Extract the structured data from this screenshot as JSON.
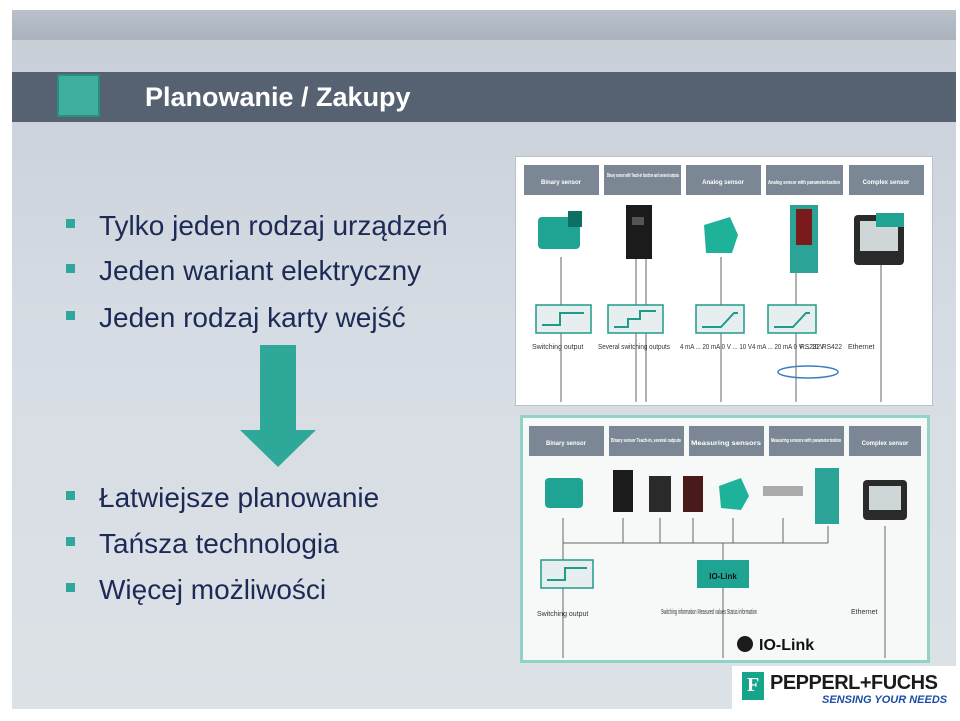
{
  "title": "Planowanie / Zakupy",
  "bullets_top": [
    "Tylko jeden rodzaj urządzeń",
    "Jeden wariant elektryczny",
    "Jeden rodzaj karty wejść"
  ],
  "bullets_bottom": [
    "Łatwiejsze planowanie",
    "Tańsza technologia",
    "Więcej możliwości"
  ],
  "diagram_top": {
    "headers": [
      "Binary sensor",
      "Binary sensor with Teach-in function and several outputs",
      "Analog sensor",
      "Analog sensor with parameterization",
      "Complex sensor"
    ],
    "labels": {
      "switching_output": "Switching output",
      "several_outputs": "Several switching outputs",
      "analog1": "4 mA ... 20 mA 0 V ... 10 V",
      "analog2": "4 mA ... 20 mA 0 V ... 10 V",
      "serial": "RS232 RS422",
      "ethernet": "Ethernet"
    }
  },
  "diagram_bottom": {
    "headers": [
      "Binary sensor",
      "Binary sensor Teach-in, several outputs",
      "Measuring sensors",
      "Measuring sensors with parameterization",
      "Complex sensor"
    ],
    "labels": {
      "switching_output": "Switching output",
      "info": "Switching information Measured values Status information",
      "ethernet": "Ethernet",
      "io_badge": "IO-Link",
      "io_logo": "IO-Link"
    }
  },
  "logo": {
    "brand": "PEPPERL+FUCHS",
    "tagline": "SENSING YOUR NEEDS",
    "mark": "F"
  },
  "colors": {
    "title_bar": "#566272",
    "accent": "#2fa79a",
    "bullet_text": "#1e2a56"
  }
}
